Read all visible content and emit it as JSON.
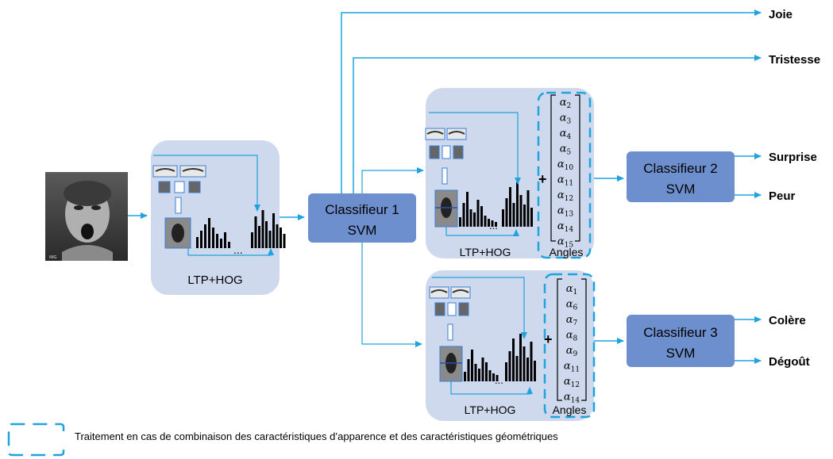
{
  "colors": {
    "arrow": "#1fa3de",
    "panel": "#cfd9ee",
    "classifier_box": "#6e8fce",
    "text": "#000000",
    "thumb_border": "#3a7fd5",
    "histogram": "#000000"
  },
  "input_image": {
    "icon": "face-photo-surprise"
  },
  "feature_panel": {
    "label": "LTP+HOG"
  },
  "classifier1": {
    "line1": "Classifieur 1",
    "line2": "SVM"
  },
  "classifier2": {
    "line1": "Classifieur 2",
    "line2": "SVM"
  },
  "classifier3": {
    "line1": "Classifieur 3",
    "line2": "SVM"
  },
  "branch_top": {
    "ltp_label": "LTP+HOG",
    "plus": "+",
    "angles_label": "Angles",
    "alphas": [
      "2",
      "3",
      "4",
      "5",
      "10",
      "11",
      "12",
      "13",
      "14",
      "15"
    ],
    "alpha_symbol": "α"
  },
  "branch_bottom": {
    "ltp_label": "LTP+HOG",
    "plus": "+",
    "angles_label": "Angles",
    "alphas": [
      "1",
      "6",
      "7",
      "8",
      "9",
      "11",
      "12",
      "14"
    ],
    "alpha_symbol": "α"
  },
  "outputs": {
    "joie": "Joie",
    "tristesse": "Tristesse",
    "surprise": "Surprise",
    "peur": "Peur",
    "colere": "Colère",
    "degout": "Dégoût"
  },
  "dots": "...",
  "legend": {
    "text": "Traitement en cas de combinaison des caractéristiques d’apparence et des caractéristiques géométriques"
  }
}
